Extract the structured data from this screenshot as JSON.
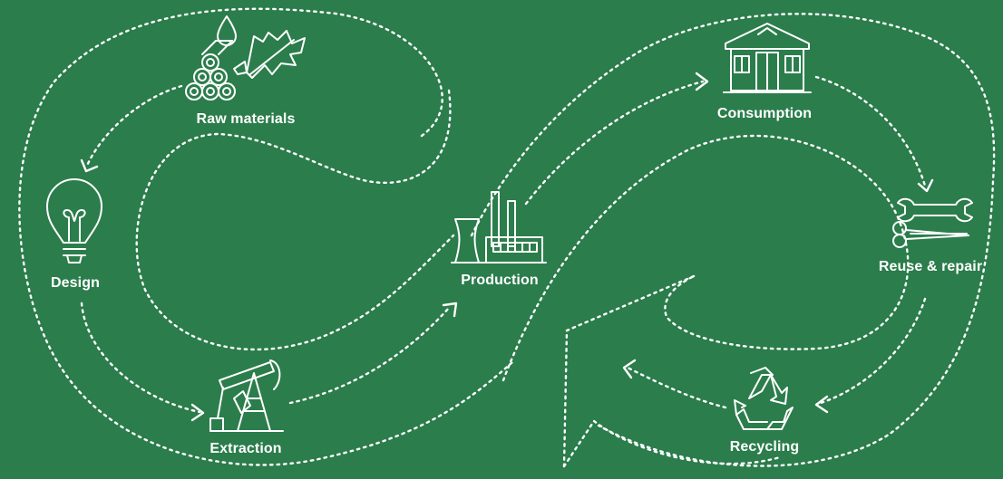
{
  "colors": {
    "background": "#2b7d4b",
    "foreground": "#ffffff"
  },
  "stages": {
    "raw_materials": {
      "label": "Raw materials",
      "icon": "logs-tree-drop-icon"
    },
    "design": {
      "label": "Design",
      "icon": "lightbulb-icon"
    },
    "extraction": {
      "label": "Extraction",
      "icon": "oil-pump-icon"
    },
    "production": {
      "label": "Production",
      "icon": "factory-icon"
    },
    "consumption": {
      "label": "Consumption",
      "icon": "house-icon"
    },
    "reuse_repair": {
      "label": "Reuse & repair",
      "icon": "wrench-scissors-icon"
    },
    "recycling": {
      "label": "Recycling",
      "icon": "recycle-icon"
    }
  }
}
